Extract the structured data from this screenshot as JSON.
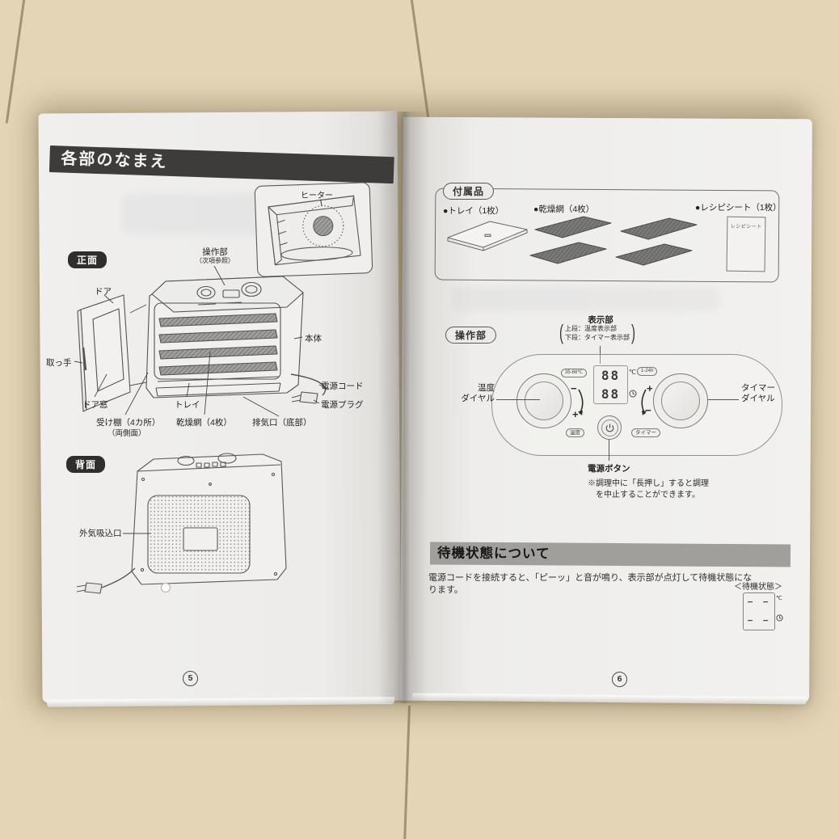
{
  "left_page": {
    "header": "各部のなまえ",
    "front_badge": "正面",
    "back_badge": "背面",
    "page_number": "5",
    "heater": "ヒーター",
    "labels": {
      "control": "操作部",
      "control_sub": "（次項参照）",
      "door": "ドア",
      "handle": "取っ手",
      "door_window": "ドア窓",
      "shelf": "受け棚（4カ所）",
      "shelf_sub": "（両側面）",
      "tray": "トレイ",
      "mesh": "乾燥網（4枚）",
      "exhaust": "排気口（底部）",
      "body": "本体",
      "power_cord": "電源コード",
      "power_plug": "電源プラグ",
      "air_inlet": "外気吸込口"
    }
  },
  "right_page": {
    "page_number": "6",
    "accessories": {
      "badge": "付属品",
      "tray": "●トレイ（1枚）",
      "mesh": "●乾燥網（4枚）",
      "recipe": "●レシピシート（1枚）",
      "recipe_sheet_text": "レシピシート"
    },
    "controls": {
      "badge": "操作部",
      "display_title": "表示部",
      "display_note1": "上段：温度表示部",
      "display_note2": "下段：タイマー表示部",
      "temp_range": "35-68℃",
      "timer_range": "1-24h",
      "temp_tag": "温度",
      "timer_tag": "タイマー",
      "temp_dial_line1": "温度",
      "temp_dial_line2": "ダイヤル",
      "timer_dial_line1": "タイマー",
      "timer_dial_line2": "ダイヤル",
      "digits_top": "88",
      "digits_bottom": "88",
      "celsius": "℃",
      "minus": "−",
      "plus": "+",
      "power_button": "電源ボタン",
      "note1": "※調理中に「長押し」すると調理",
      "note2": "を中止することができます。"
    },
    "standby": {
      "header": "待機状態について",
      "body1": "電源コードを接続すると、「ピーッ」と音が鳴り、表示部が点灯して待機状態にな",
      "body2": "ります。",
      "caption": "＜待機状態＞",
      "dash_row": "− −",
      "celsius": "℃"
    }
  }
}
